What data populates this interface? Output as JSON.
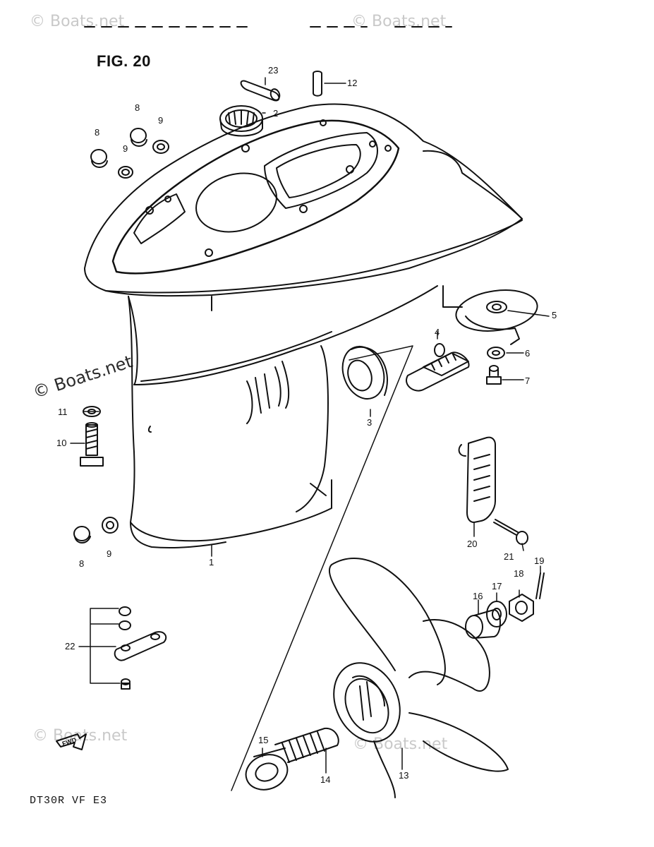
{
  "figure_title": "FIG. 20",
  "model_code": "DT30R  VF  E3",
  "watermark": "© Boats.net",
  "fwd_label": "FWD",
  "callouts": [
    "23",
    "12",
    "2",
    "8",
    "9",
    "8",
    "9",
    "5",
    "4",
    "6",
    "7",
    "3",
    "11",
    "10",
    "20",
    "21",
    "19",
    "18",
    "17",
    "16",
    "8",
    "9",
    "1",
    "22",
    "15",
    "14",
    "13"
  ]
}
